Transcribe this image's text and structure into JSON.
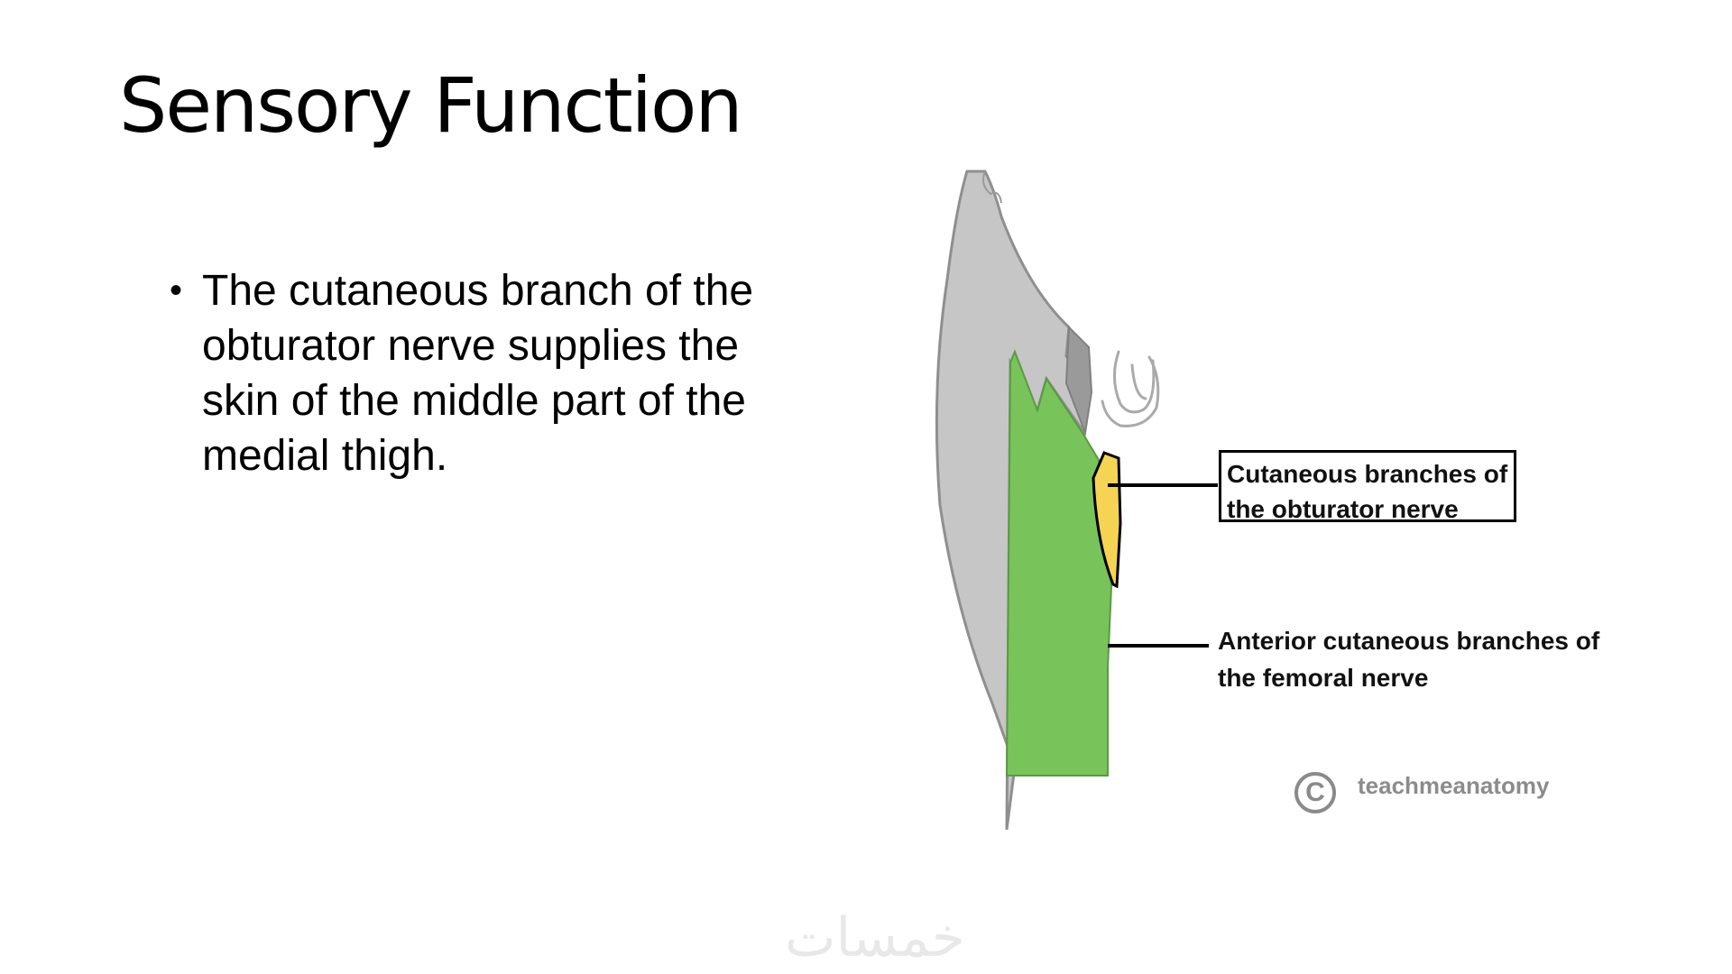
{
  "slide": {
    "title": "Sensory Function",
    "bullets": [
      "The cutaneous branch of the obturator nerve supplies the skin of the middle part of the medial thigh."
    ]
  },
  "figure": {
    "labels": {
      "obturator": "Cutaneous branches of the obturator nerve",
      "femoral": "Anterior cutaneous branches of the femoral nerve"
    },
    "credit": {
      "symbol": "C",
      "text": "teachmeanatomy"
    },
    "colors": {
      "femoral_region": "#78c45a",
      "obturator_region": "#f5d453",
      "lateral_region": "#c6c6c6",
      "inner_shadow": "#9a9a9a"
    }
  },
  "watermark": {
    "text": "خمسات"
  }
}
